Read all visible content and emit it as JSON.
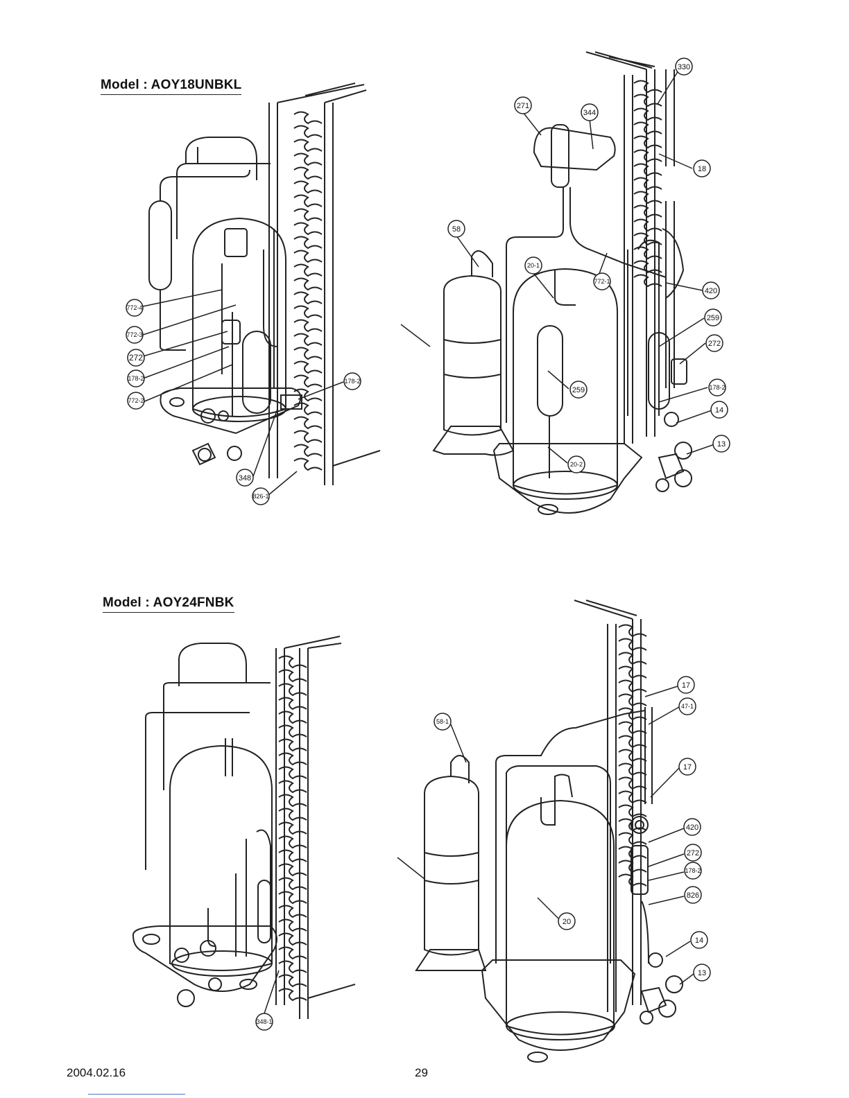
{
  "models": [
    {
      "title": "Model : AOY18UNBKL"
    },
    {
      "title": "Model : AOY24FNBK"
    }
  ],
  "footer": {
    "date": "2004.02.16",
    "page": "29"
  },
  "callouts": {
    "a18_left": [
      "772-4",
      "772-3",
      "272",
      "178-2",
      "772-2",
      "178-2",
      "348",
      "826-1"
    ],
    "a18_right": [
      "271",
      "344",
      "330",
      "18",
      "58",
      "20-1",
      "772-1",
      "420",
      "259",
      "272",
      "178-2",
      "14",
      "13",
      "259",
      "20-2"
    ],
    "a24_left": [
      "348-1"
    ],
    "a24_right": [
      "17",
      "47-1",
      "58-1",
      "17",
      "420",
      "272",
      "178-2",
      "826",
      "20",
      "14",
      "13"
    ]
  }
}
